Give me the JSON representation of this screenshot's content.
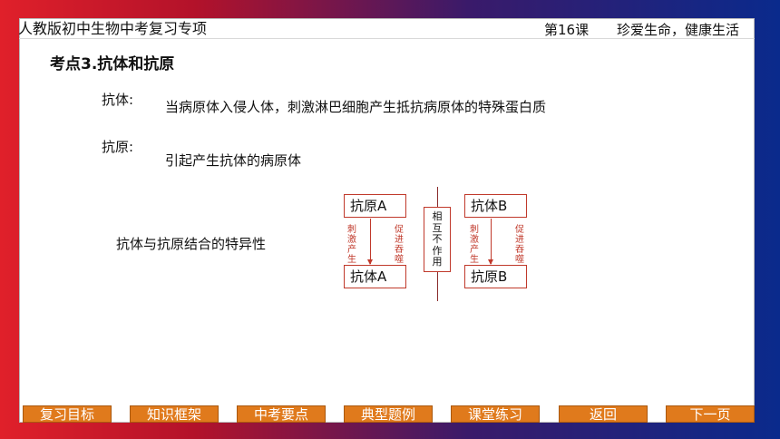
{
  "header": {
    "left_title": "人教版初中生物中考复习专项",
    "lesson": "第16课",
    "lesson_title": "珍爱生命，健康生活"
  },
  "content": {
    "topic": "考点3.抗体和抗原",
    "antibody_term": "抗体:",
    "antibody_def": "当病原体入侵人体，刺激淋巴细胞产生抵抗病原体的特殊蛋白质",
    "antigen_term": "抗原:",
    "antigen_def": "引起产生抗体的病原体",
    "relation_text": "抗体与抗原结合的特异性"
  },
  "diagram": {
    "left_top_box": "抗原A",
    "left_bottom_box": "抗体A",
    "left_label_stimulate": "刺激产生",
    "left_label_promote": "促进吞噬",
    "right_top_box": "抗体B",
    "right_bottom_box": "抗原B",
    "right_label_stimulate": "刺激产生",
    "right_label_promote": "促进吞噬",
    "center_text": "相互不作用"
  },
  "nav": {
    "btn1": "复习目标",
    "btn2": "知识框架",
    "btn3": "中考要点",
    "btn4": "典型题例",
    "btn5": "课堂练习",
    "btn6": "返回",
    "btn7": "下一页"
  },
  "colors": {
    "accent": "#c0392b",
    "nav_button": "#e07a1c"
  }
}
